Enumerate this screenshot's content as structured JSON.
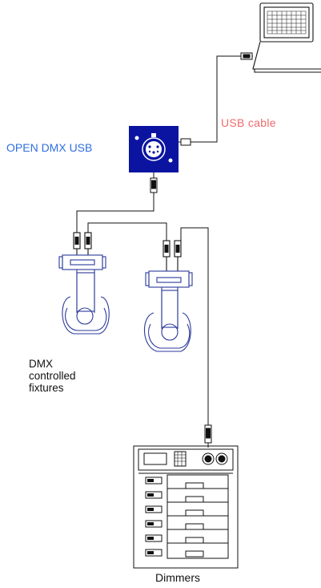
{
  "labels": {
    "device": "OPEN DMX USB",
    "cable": "USB cable",
    "fixtures_line1": "DMX",
    "fixtures_line2": "controlled",
    "fixtures_line3": "fixtures",
    "dimmers": "Dimmers"
  },
  "colors": {
    "device_fill": "#0a14a0",
    "device_label": "#2f6fe0",
    "cable_label": "#f06a6a",
    "fixture_outline": "#2b3a9a",
    "line": "#111111"
  },
  "icons": {
    "computer": "laptop-icon",
    "interface": "dmx-usb-interface-icon",
    "fixture": "moving-head-fixture-icon",
    "dimmer": "dimmer-rack-icon"
  }
}
